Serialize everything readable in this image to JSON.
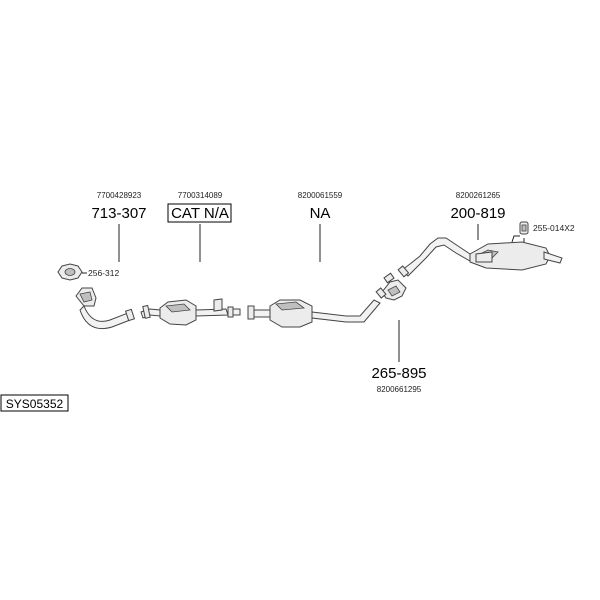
{
  "diagram_id": "SYS05352",
  "parts": [
    {
      "ref": "7700428923",
      "code": "713-307"
    },
    {
      "ref": "7700314089",
      "code": "CAT N/A"
    },
    {
      "ref": "8200061559",
      "code": "NA"
    },
    {
      "ref": "8200261265",
      "code": "200-819"
    },
    {
      "ref": "8200661295",
      "code": "265-895"
    }
  ],
  "small_parts": {
    "gasket": "256-312",
    "clamp": "255-014X2"
  }
}
